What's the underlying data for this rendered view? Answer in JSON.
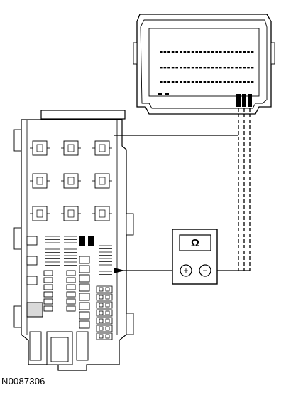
{
  "figure": {
    "code": "N0087306",
    "meter_symbol": "Ω",
    "meter_plus": "+",
    "meter_minus": "−"
  },
  "parts": {
    "connector": "wiring-harness-connector",
    "fuse_box": "fuse-relay-box",
    "meter": "ohmmeter"
  },
  "colors": {
    "line": "#000000",
    "fill": "#ffffff",
    "shade": "#d9d9d9"
  }
}
